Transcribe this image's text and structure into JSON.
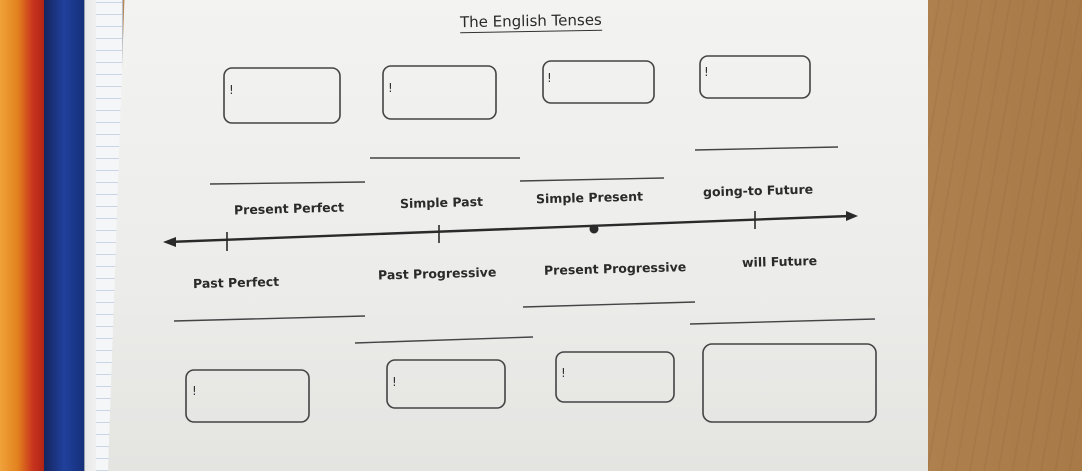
{
  "worksheet": {
    "title": "The English Tenses",
    "labels_above": {
      "present_perfect": "Present Perfect",
      "simple_past": "Simple Past",
      "simple_present": "Simple Present",
      "going_to_future": "going-to Future"
    },
    "labels_below": {
      "past_perfect": "Past Perfect",
      "past_progressive": "Past Progressive",
      "present_progressive": "Present Progressive",
      "will_future": "will Future"
    },
    "box_mark": "!"
  }
}
